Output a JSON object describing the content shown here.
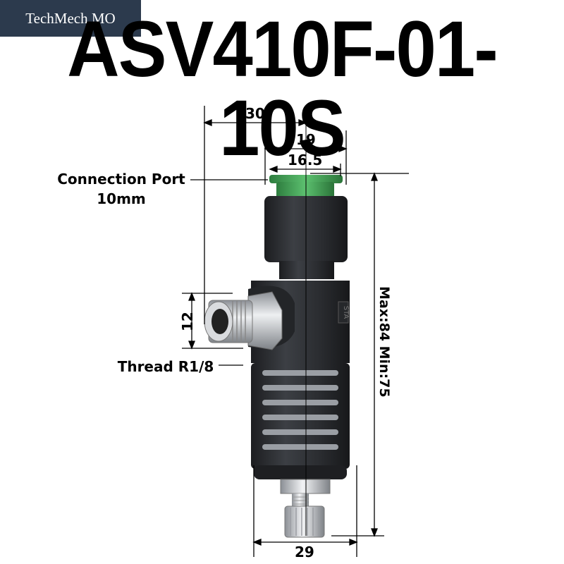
{
  "watermark": "TechMech MO",
  "title": "ASV410F-01-10S",
  "dimensions": {
    "top_width": "30",
    "port_outer": "19",
    "port_inner": "16.5",
    "side_height": "12",
    "bottom_width": "29",
    "overall_height": "Max:84 Min:75"
  },
  "labels": {
    "connection_port_line1": "Connection Port",
    "connection_port_line2": "10mm",
    "thread": "Thread R1/8"
  },
  "body_marking": "STA",
  "colors": {
    "body": "#2b2d30",
    "port_ring": "#3a9a50",
    "metal": "#c4c7cb",
    "watermark_bg": "#2c3a4d"
  }
}
